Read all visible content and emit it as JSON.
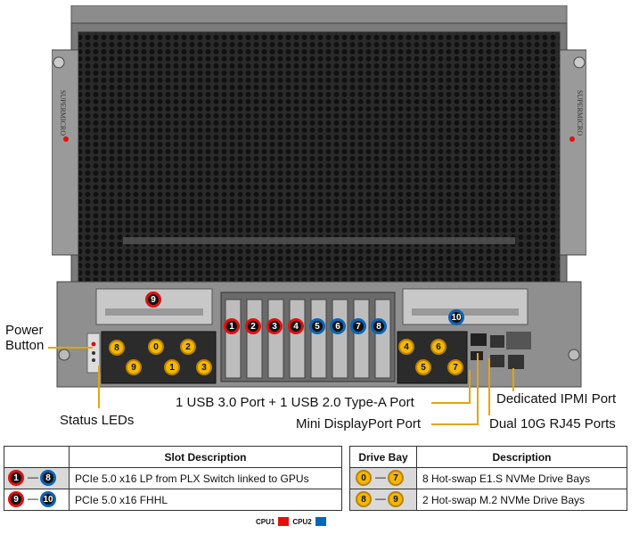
{
  "callouts": {
    "power_button": "Power\nButton",
    "status_leds": "Status LEDs",
    "usb_ports": "1 USB 3.0 Port + 1 USB 2.0 Type-A Port",
    "mini_displayport": "Mini DisplayPort Port",
    "dedicated_ipmi": "Dedicated IPMI Port",
    "dual_10g": "Dual 10G RJ45 Ports"
  },
  "brand_text": "SUPERMICRO",
  "slot_badges": {
    "top_left": "9",
    "top_right": "10",
    "center": [
      "1",
      "2",
      "3",
      "4",
      "5",
      "6",
      "7",
      "8"
    ]
  },
  "drive_badges": {
    "left_top": [
      "8",
      "0",
      "2"
    ],
    "left_bottom": [
      "9",
      "1",
      "3"
    ],
    "right_top": [
      "4",
      "6"
    ],
    "right_bottom": [
      "5",
      "7"
    ]
  },
  "slot_table": {
    "header": "Slot Description",
    "rows": [
      {
        "from": "1",
        "to": "8",
        "desc": "PCIe 5.0 x16 LP from PLX Switch linked to GPUs"
      },
      {
        "from": "9",
        "to": "10",
        "desc": "PCIe 5.0 x16 FHHL"
      }
    ]
  },
  "drive_table": {
    "header_left": "Drive Bay",
    "header_right": "Description",
    "rows": [
      {
        "from": "0",
        "to": "7",
        "desc": "8 Hot-swap E1.S NVMe Drive Bays"
      },
      {
        "from": "8",
        "to": "9",
        "desc": "2 Hot-swap M.2 NVMe Drive Bays"
      }
    ]
  },
  "legend": {
    "cpu1": "CPU1",
    "cpu2": "CPU2",
    "cpu1_color": "#e01010",
    "cpu2_color": "#0a64b4"
  }
}
